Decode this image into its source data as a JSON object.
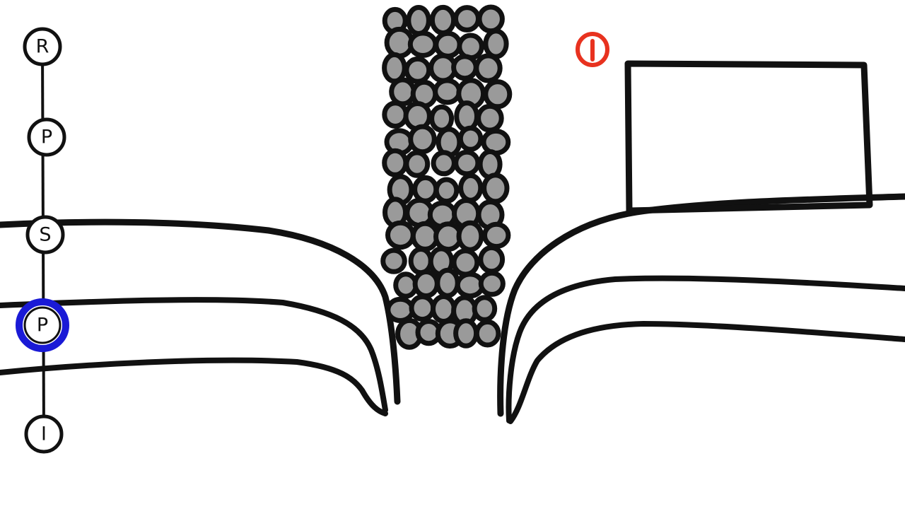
{
  "nodes": [
    {
      "letter": "R",
      "active": false
    },
    {
      "letter": "P",
      "active": false
    },
    {
      "letter": "S",
      "active": false
    },
    {
      "letter": "P",
      "active": true
    },
    {
      "letter": "I",
      "active": false
    }
  ],
  "marker": {
    "text": "①"
  },
  "colors": {
    "ink": "#111111",
    "active_ring": "#1a1ad6",
    "marker": "#e8321f",
    "granule_fill": "#9a9a9a",
    "background": "#ffffff"
  }
}
